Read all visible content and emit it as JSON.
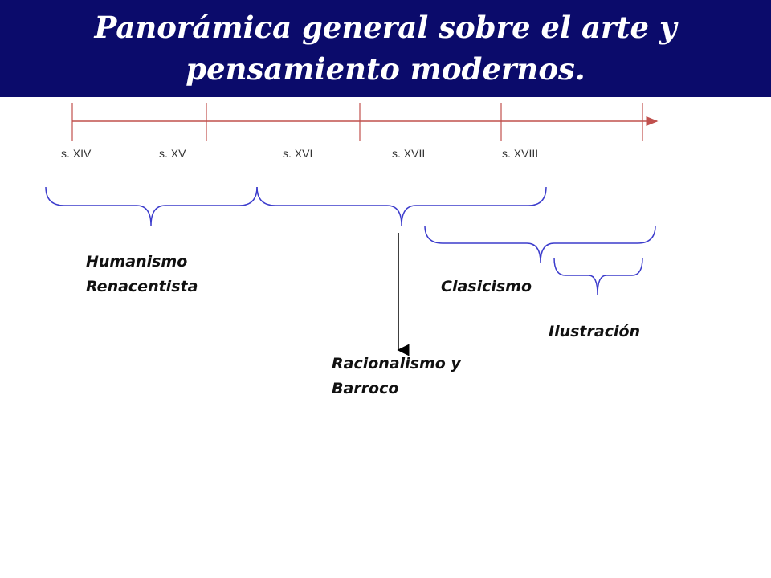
{
  "title": {
    "line1": "Panorámica general sobre el arte y",
    "line2": "pensamiento modernos."
  },
  "timeline": {
    "centuries": [
      "s. XIV",
      "s. XV",
      "s. XVI",
      "s. XVII",
      "s. XVIII"
    ]
  },
  "periods": {
    "humanismo_line1": "Humanismo",
    "humanismo_line2": "Renacentista",
    "racionalismo_line1": "Racionalismo y",
    "racionalismo_line2": "Barroco",
    "clasicismo": "Clasicismo",
    "ilustracion": "Ilustración"
  },
  "colors": {
    "title_background": "#0b0b6b",
    "timeline": "#c0504d",
    "brace": "#3c3ccc",
    "arrow": "#000000"
  }
}
